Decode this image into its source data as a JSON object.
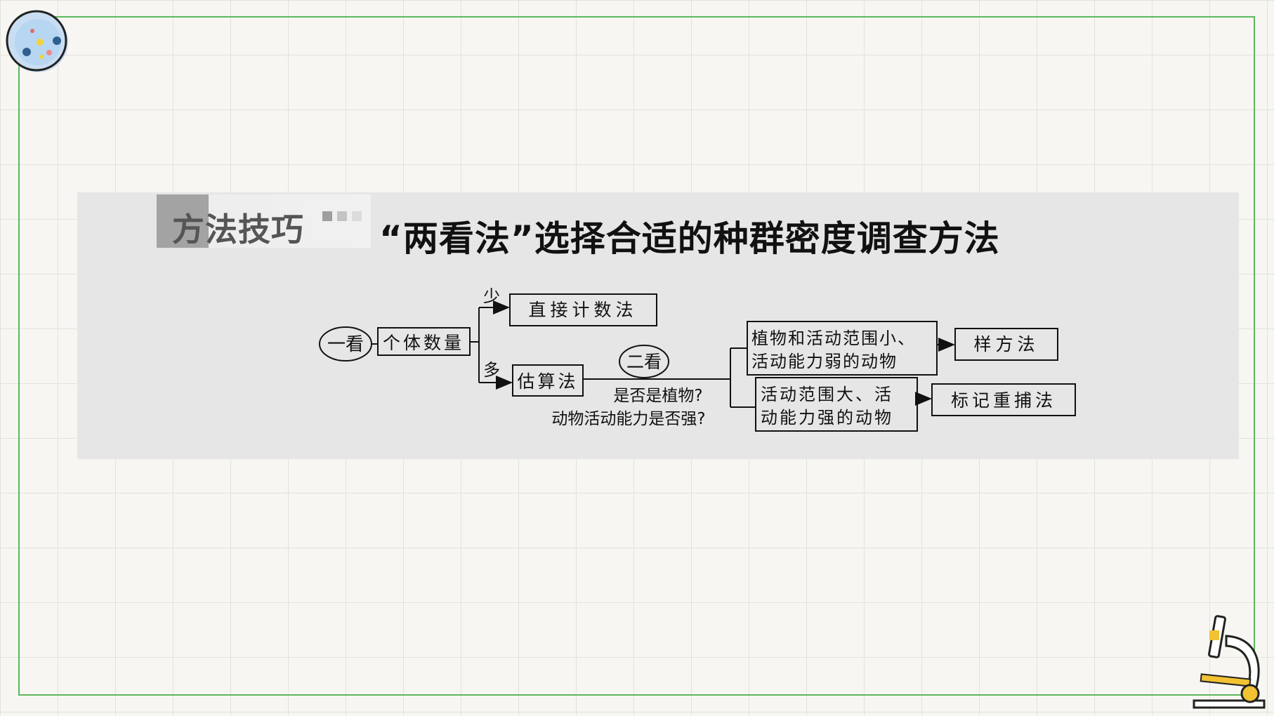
{
  "header": {
    "tag_label": "方法技巧",
    "title": "“两看法”选择合适的种群密度调查方法"
  },
  "diagram": {
    "look_one": "一看",
    "individual_count": "个体数量",
    "branch_few": "少",
    "direct_count": "直接计数法",
    "branch_many": "多",
    "estimation": "估算法",
    "look_two": "二看",
    "question_plant": "是否是植物?",
    "question_activity": "动物活动能力是否强?",
    "condition_weak_line1": "植物和活动范围小、",
    "condition_weak_line2": "活动能力弱的动物",
    "quadrat_method": "样方法",
    "condition_strong_line1": "活动范围大、活",
    "condition_strong_line2": "动能力强的动物",
    "mark_recapture": "标记重捕法"
  },
  "colors": {
    "frame": "#5cb85c",
    "panel": "#e6e6e6",
    "tag_block": "#a3a3a3",
    "text": "#111111"
  },
  "icons": [
    "petri-dish-icon",
    "microscope-icon"
  ]
}
